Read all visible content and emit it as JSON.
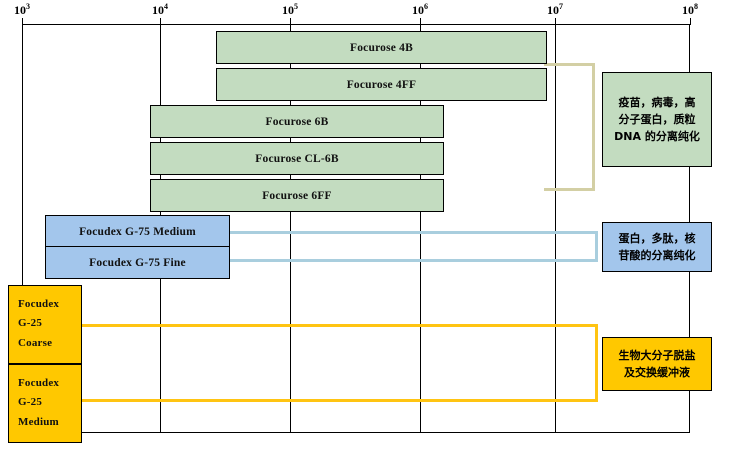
{
  "chart_data": {
    "type": "bar",
    "title": "",
    "xlabel": "",
    "ylabel": "",
    "xscale": "log",
    "xlim": [
      1000,
      100000000
    ],
    "grid": true,
    "legend": "none",
    "axis": {
      "ticks": [
        {
          "label_base": "10",
          "label_exp": "3",
          "value": 1000
        },
        {
          "label_base": "10",
          "label_exp": "4",
          "value": 10000
        },
        {
          "label_base": "10",
          "label_exp": "5",
          "value": 100000
        },
        {
          "label_base": "10",
          "label_exp": "6",
          "value": 1000000
        },
        {
          "label_base": "10",
          "label_exp": "7",
          "value": 10000000
        },
        {
          "label_base": "10",
          "label_exp": "8",
          "value": 100000000
        }
      ]
    },
    "groups": [
      {
        "name": "agarose-group",
        "color": "#c3dcc0",
        "bars": [
          {
            "label": "Focurose 4B",
            "range": [
              60000,
              20000000
            ]
          },
          {
            "label": "Focurose 4FF",
            "range": [
              60000,
              20000000
            ]
          },
          {
            "label": "Focurose 6B",
            "range": [
              10000,
              4000000
            ]
          },
          {
            "label": "Focurose CL-6B",
            "range": [
              10000,
              4000000
            ]
          },
          {
            "label": "Focurose 6FF",
            "range": [
              10000,
              4000000
            ]
          }
        ],
        "callout": [
          "疫苗，病毒，高",
          "分子蛋白，质粒",
          "DNA 的分离纯化"
        ]
      },
      {
        "name": "dextran-g75-group",
        "color": "#a3c6ec",
        "bars": [
          {
            "label": "Focudex G-75 Medium",
            "range": [
              1800,
              50000
            ]
          },
          {
            "label": "Focudex G-75 Fine",
            "range": [
              1800,
              50000
            ]
          }
        ],
        "callout": [
          "蛋白，多肽，核",
          "苷酸的分离纯化"
        ]
      },
      {
        "name": "dextran-g25-group",
        "color": "#ffc800",
        "bars": [
          {
            "label_lines": [
              "Focudex",
              "G-25",
              "Coarse"
            ],
            "range": [
              1000,
              2300
            ]
          },
          {
            "label_lines": [
              "Focudex",
              "G-25",
              "Medium"
            ],
            "range": [
              1000,
              2300
            ]
          }
        ],
        "callout": [
          "生物大分子脱盐",
          "及交换缓冲液"
        ]
      }
    ]
  },
  "colors": {
    "green_fill": "#c3dcc0",
    "blue_fill": "#a3c6ec",
    "yellow_fill": "#ffc800",
    "green_connector": "#d3cfa4",
    "blue_connector": "#a9cede",
    "yellow_connector": "#ffc412",
    "outline": "#000000"
  }
}
